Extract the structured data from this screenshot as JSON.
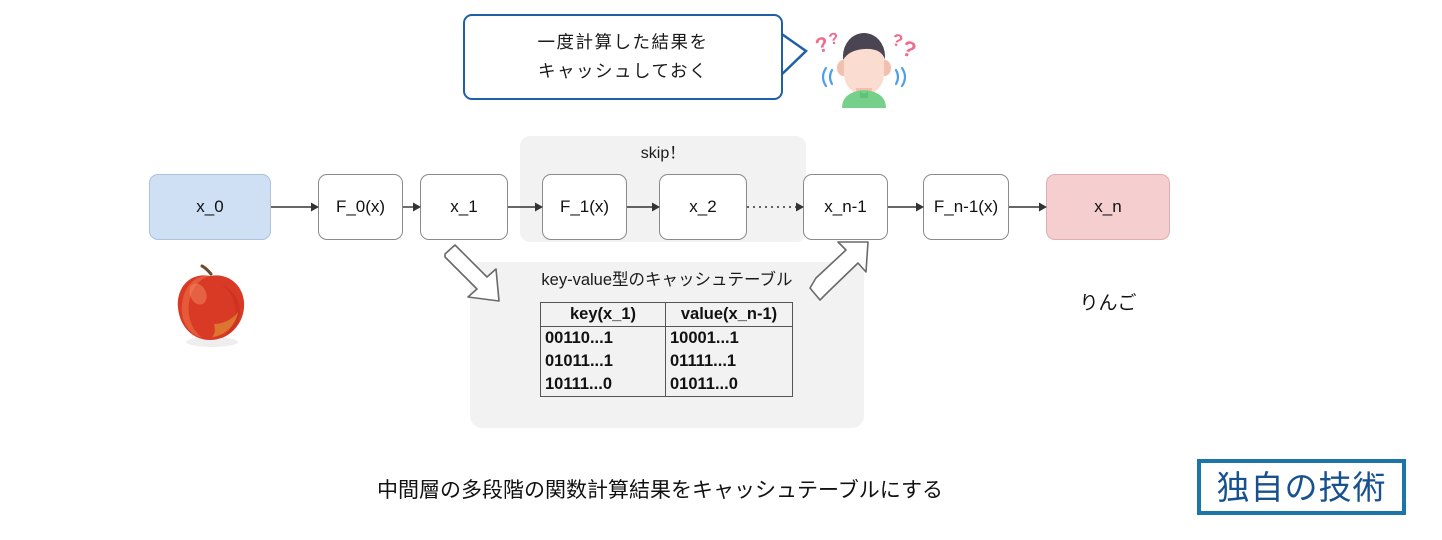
{
  "bubble": {
    "line1": "一度計算した結果を",
    "line2": "キャッシュしておく",
    "border_color": "#1f5fa8"
  },
  "person": {
    "name": "confused-person-icon",
    "hair_color": "#4a4453",
    "skin_color": "#fadcd0",
    "shirt_color": "#76d08a",
    "question_mark_color": "#f06c8e",
    "motion_line_color": "#4f9fe8",
    "question_mark": "?"
  },
  "skip": {
    "label": "skip！",
    "panel_color": "#f2f2f2"
  },
  "chain": {
    "nodes": [
      {
        "label": "x_0",
        "kind": "start"
      },
      {
        "label": "F_0(x)",
        "kind": "fn"
      },
      {
        "label": "x_1",
        "kind": "var"
      },
      {
        "label": "F_1(x)",
        "kind": "fn"
      },
      {
        "label": "x_2",
        "kind": "var"
      },
      {
        "label": "x_n-1",
        "kind": "var"
      },
      {
        "label": "F_n-1(x)",
        "kind": "fn"
      },
      {
        "label": "x_n",
        "kind": "end"
      }
    ],
    "start_color": "#cfe0f5",
    "end_color": "#f5ced0",
    "node_border_color": "#8a8a8a"
  },
  "cache": {
    "title": "key-value型のキャッシュテーブル",
    "panel_color": "#f2f2f2",
    "headers": [
      "key(x_1)",
      "value(x_n-1)"
    ],
    "rows": [
      [
        "00110...1",
        "10001...1"
      ],
      [
        "01011...1",
        "01111...1"
      ],
      [
        "10111...0",
        "01011...0"
      ]
    ]
  },
  "apple": {
    "name": "apple-photo",
    "body_color": "#d93a26",
    "highlight_color": "#e8703f",
    "stem_color": "#6b4a2a"
  },
  "labels": {
    "ringo": "りんご",
    "caption": "中間層の多段階の関数計算結果をキャッシュテーブルにする"
  },
  "badge": {
    "text": "独自の技術",
    "border_color": "#1b75a8",
    "text_color": "#17518f"
  }
}
